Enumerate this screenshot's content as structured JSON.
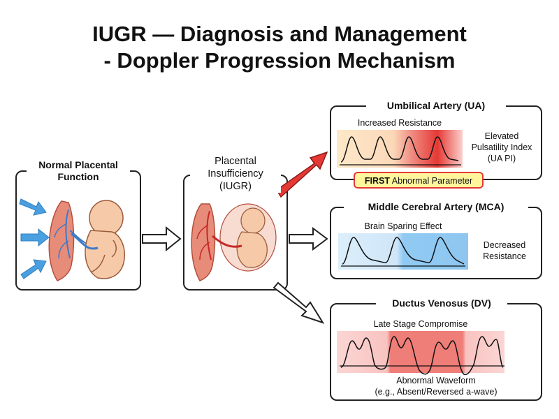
{
  "title_line1": "IUGR — Diagnosis and Management",
  "title_line2": "- Doppler Progression Mechanism",
  "normal": {
    "title_line1": "Normal Placental",
    "title_line2": "Function"
  },
  "insufficiency": {
    "title_line1": "Placental",
    "title_line2": "Insufficiency",
    "title_line3": "(IUGR)"
  },
  "ua": {
    "title": "Umbilical Artery (UA)",
    "subtitle": "Increased Resistance",
    "note_line1": "Elevated",
    "note_line2": "Pulsatility Index",
    "note_line3": "(UA PI)",
    "badge_bold": "FIRST",
    "badge_rest": " Abnormal Parameter",
    "highlight_color": "#e53935"
  },
  "mca": {
    "title": "Middle Cerebral Artery (MCA)",
    "subtitle": "Brain Sparing Effect",
    "note_line1": "Decreased",
    "note_line2": "Resistance",
    "highlight_color": "#64b5f6"
  },
  "dv": {
    "title": "Ductus Venosus (DV)",
    "subtitle": "Late Stage Compromise",
    "note_line1": "Abnormal Waveform",
    "note_line2": "(e.g., Absent/Reversed a-wave)",
    "highlight_color": "#e57373"
  },
  "icons": [
    "maternal-blood-flow-arrow-icon",
    "placenta-icon",
    "fetus-icon",
    "umbilical-cord-icon",
    "doppler-waveform-icon",
    "flow-arrow-icon"
  ]
}
